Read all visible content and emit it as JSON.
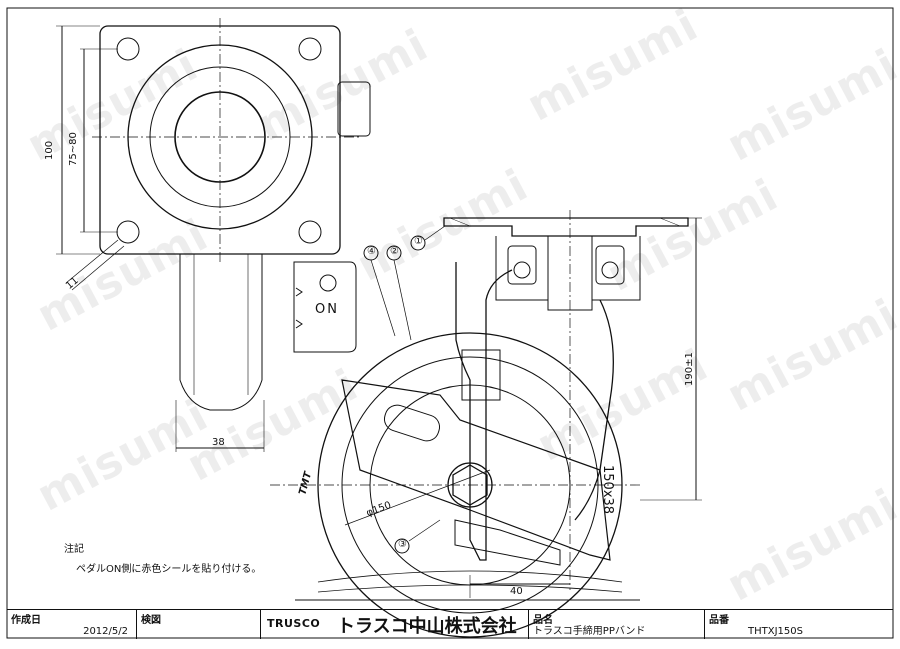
{
  "watermark": "misumi",
  "drawing": {
    "dims": {
      "mount_height": "100",
      "hole_pitch": "75~80",
      "plate_thickness": "11",
      "width": "38",
      "total_height": "190±1",
      "wheel_dia": "φ150",
      "wheel_size": "150x38",
      "offset": "40"
    },
    "callouts": [
      "①",
      "②",
      "④",
      "③"
    ],
    "pedal_label": "ON",
    "wheel_mark": "TMT"
  },
  "notes": {
    "title": "注記",
    "line1": "ペダルON側に赤色シールを貼り付ける。"
  },
  "titleblock": {
    "created_label": "作成日",
    "created_value": "2012/5/2",
    "check_label": "検図",
    "brand": "TRUSCO",
    "company": "トラスコ中山株式会社",
    "product_label": "品名",
    "product_value": "トラスコ手締用PPバンド",
    "part_label": "品番",
    "part_value": "THTXJ150S"
  }
}
